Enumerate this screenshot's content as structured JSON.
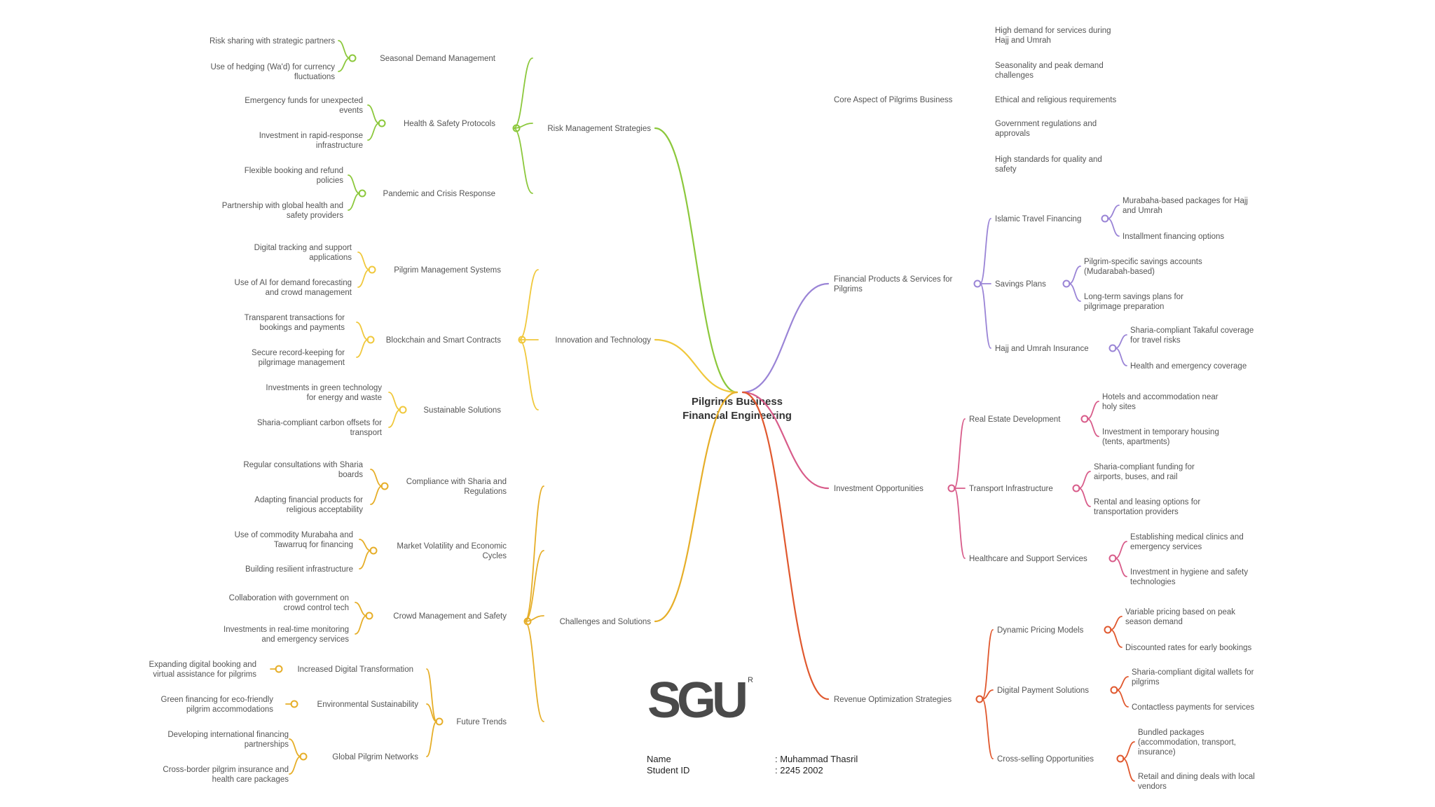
{
  "root": {
    "lines": [
      "Pilgrims Business",
      "Financial Engineering"
    ]
  },
  "branches": {
    "risk": {
      "label": [
        "Risk Management Strategies"
      ],
      "color": "#8cc83c",
      "children": {
        "seasonal": {
          "label": [
            "Seasonal Demand Management"
          ],
          "leaves": [
            [
              "Risk sharing with strategic partners"
            ],
            [
              "Use of hedging (Wa'd) for currency",
              "fluctuations"
            ]
          ]
        },
        "health": {
          "label": [
            "Health & Safety Protocols"
          ],
          "leaves": [
            [
              "Emergency funds for unexpected",
              "events"
            ],
            [
              "Investment in rapid-response",
              "infrastructure"
            ]
          ]
        },
        "pandemic": {
          "label": [
            "Pandemic and Crisis Response"
          ],
          "leaves": [
            [
              "Flexible booking and refund",
              "policies"
            ],
            [
              "Partnership with global health and",
              "safety providers"
            ]
          ]
        }
      }
    },
    "innovation": {
      "label": [
        "Innovation and Technology"
      ],
      "color": "#f0c83c",
      "children": {
        "pilgrim_mgmt": {
          "label": [
            "Pilgrim Management Systems"
          ],
          "leaves": [
            [
              "Digital tracking and support",
              "applications"
            ],
            [
              "Use of AI for demand forecasting",
              "and crowd management"
            ]
          ]
        },
        "blockchain": {
          "label": [
            "Blockchain and Smart Contracts"
          ],
          "leaves": [
            [
              "Transparent transactions for",
              "bookings and payments"
            ],
            [
              "Secure record-keeping for",
              "pilgrimage management"
            ]
          ]
        },
        "sustainable": {
          "label": [
            "Sustainable Solutions"
          ],
          "leaves": [
            [
              "Investments in green technology",
              "for energy and waste"
            ],
            [
              "Sharia-compliant carbon offsets for",
              "transport"
            ]
          ]
        }
      }
    },
    "challenges": {
      "label": [
        "Challenges and Solutions"
      ],
      "color": "#e6ae28",
      "children": {
        "compliance": {
          "label": [
            "Compliance with Sharia and",
            "Regulations"
          ],
          "leaves": [
            [
              "Regular consultations with Sharia",
              "boards"
            ],
            [
              "Adapting financial products for",
              "religious acceptability"
            ]
          ]
        },
        "volatility": {
          "label": [
            "Market Volatility and Economic",
            "Cycles"
          ],
          "leaves": [
            [
              "Use of commodity Murabaha and",
              "Tawarruq for financing"
            ],
            [
              "Building resilient infrastructure"
            ]
          ]
        },
        "crowd": {
          "label": [
            "Crowd Management and Safety"
          ],
          "leaves": [
            [
              "Collaboration with government on",
              "crowd control tech"
            ],
            [
              "Investments in real-time monitoring",
              "and emergency services"
            ]
          ]
        },
        "future": {
          "label": [
            "Future Trends"
          ],
          "children": {
            "digital": {
              "label": [
                "Increased Digital Transformation"
              ],
              "leaves": [
                [
                  "Expanding digital booking and",
                  "virtual assistance for pilgrims"
                ]
              ]
            },
            "environment": {
              "label": [
                "Environmental Sustainability"
              ],
              "leaves": [
                [
                  "Green financing for eco-friendly",
                  "pilgrim accommodations"
                ]
              ]
            },
            "global": {
              "label": [
                "Global Pilgrim Networks"
              ],
              "leaves": [
                [
                  "Developing international financing",
                  "partnerships"
                ],
                [
                  "Cross-border pilgrim insurance and",
                  "health care packages"
                ]
              ]
            }
          }
        }
      }
    },
    "core": {
      "label": [
        "Core Aspect of Pilgrims Business"
      ],
      "leaves": [
        [
          "High demand for services during",
          "Hajj and Umrah"
        ],
        [
          "Seasonality and peak demand",
          "challenges"
        ],
        [
          "Ethical and religious requirements"
        ],
        [
          "Government regulations and",
          "approvals"
        ],
        [
          "High standards for quality and",
          "safety"
        ]
      ]
    },
    "financial": {
      "label": [
        "Financial Products & Services for",
        "Pilgrims"
      ],
      "color": "#9a84d6",
      "children": {
        "islamic": {
          "label": [
            "Islamic Travel Financing"
          ],
          "leaves": [
            [
              "Murabaha-based packages for Hajj",
              "and Umrah"
            ],
            [
              "Installment financing options"
            ]
          ]
        },
        "savings": {
          "label": [
            "Savings Plans"
          ],
          "leaves": [
            [
              "Pilgrim-specific savings accounts",
              "(Mudarabah-based)"
            ],
            [
              "Long-term savings plans for",
              "pilgrimage preparation"
            ]
          ]
        },
        "insurance": {
          "label": [
            "Hajj and Umrah Insurance"
          ],
          "leaves": [
            [
              "Sharia-compliant Takaful coverage",
              "for travel risks"
            ],
            [
              "Health and emergency coverage"
            ]
          ]
        }
      }
    },
    "investment": {
      "label": [
        "Investment Opportunities"
      ],
      "color": "#d85c8a",
      "children": {
        "realestate": {
          "label": [
            "Real Estate Development"
          ],
          "leaves": [
            [
              "Hotels and accommodation near",
              "holy sites"
            ],
            [
              "Investment in temporary housing",
              "(tents, apartments)"
            ]
          ]
        },
        "transport": {
          "label": [
            "Transport Infrastructure"
          ],
          "leaves": [
            [
              "Sharia-compliant funding for",
              "airports, buses, and rail"
            ],
            [
              "Rental and leasing options for",
              "transportation providers"
            ]
          ]
        },
        "healthcare": {
          "label": [
            "Healthcare and Support Services"
          ],
          "leaves": [
            [
              "Establishing medical clinics and",
              "emergency services"
            ],
            [
              "Investment in hygiene and safety",
              "technologies"
            ]
          ]
        }
      }
    },
    "revenue": {
      "label": [
        "Revenue Optimization Strategies"
      ],
      "color": "#e0582e",
      "children": {
        "pricing": {
          "label": [
            "Dynamic Pricing Models"
          ],
          "leaves": [
            [
              "Variable pricing based on peak",
              "season demand"
            ],
            [
              "Discounted rates for early bookings"
            ]
          ]
        },
        "payment": {
          "label": [
            "Digital Payment Solutions"
          ],
          "leaves": [
            [
              "Sharia-compliant digital wallets for",
              "pilgrims"
            ],
            [
              "Contactless payments for services"
            ]
          ]
        },
        "crosssell": {
          "label": [
            "Cross-selling Opportunities"
          ],
          "leaves": [
            [
              "Bundled packages",
              "(accommodation, transport,",
              "insurance)"
            ],
            [
              "Retail and dining deals with local",
              "vendors"
            ]
          ]
        }
      }
    }
  },
  "logo": {
    "text": "SGU",
    "mark": "R"
  },
  "student": {
    "name_label": "Name",
    "name_value": ": Muhammad Thasril",
    "id_label": "Student ID",
    "id_value": ": 2245 2002"
  }
}
